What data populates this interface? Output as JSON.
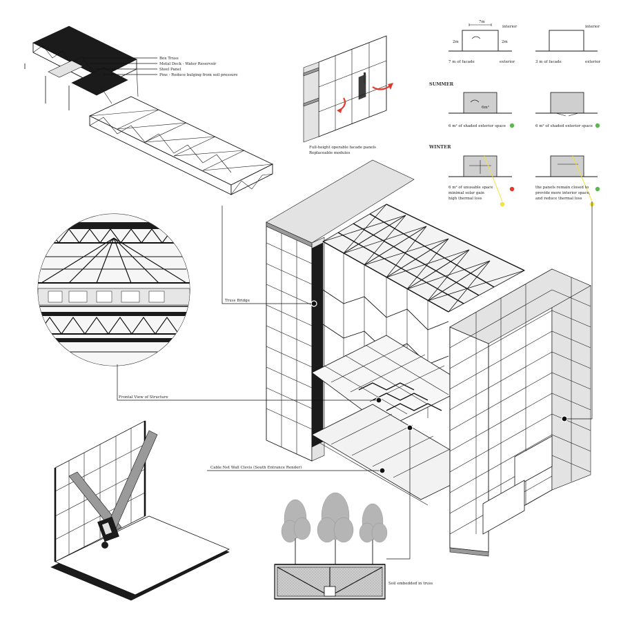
{
  "truss_labels": [
    "Box Truss",
    "Metal Deck - Water Reservoir",
    "Steel Panel",
    "Pins - Reduce bulging from soil pressure"
  ],
  "facade_caption": [
    "Full-height operable facade panels",
    "Replaceable modules"
  ],
  "dims": {
    "top_dim": "7m",
    "left_dim": "2m",
    "right_dim": "2m",
    "area_label": "6m²"
  },
  "analysis": {
    "interior": "interior",
    "exterior": "exterior",
    "facade_7m": "7 m of facade",
    "facade_3m": "3 m of facade",
    "summer_header": "SUMMER",
    "summer_left": "6 m² of shaded exterior space",
    "summer_right": "6 m² of shaded exterior space",
    "winter_header": "WINTER",
    "winter_left": [
      "6 m² of unusable space",
      "minimal solar gain",
      "high thermal loss"
    ],
    "winter_right": [
      "the panels remain closed to",
      "provide more interior space,",
      "and reduce thermal loss"
    ]
  },
  "callouts": {
    "truss_bridge": "Truss Bridge",
    "frontal_view": "Frontal View of Structure",
    "cable_net": "Cable Net Wall Clevis (South Entrance Render)",
    "soil": "Soil embedded in truss"
  },
  "status_colors": {
    "good": "#5cb84a",
    "bad": "#e23a2e",
    "sun": "#f2e23a",
    "arrow": "#e23a2e"
  }
}
